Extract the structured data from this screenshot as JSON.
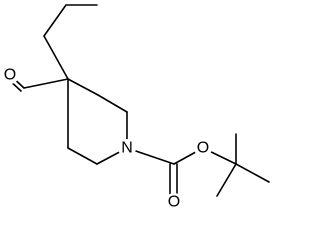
{
  "structure": {
    "atoms": {
      "aldehyde_oxygen": "O",
      "ring_nitrogen": "N",
      "ester_oxygen": "O",
      "carbonyl_oxygen": "O"
    }
  }
}
